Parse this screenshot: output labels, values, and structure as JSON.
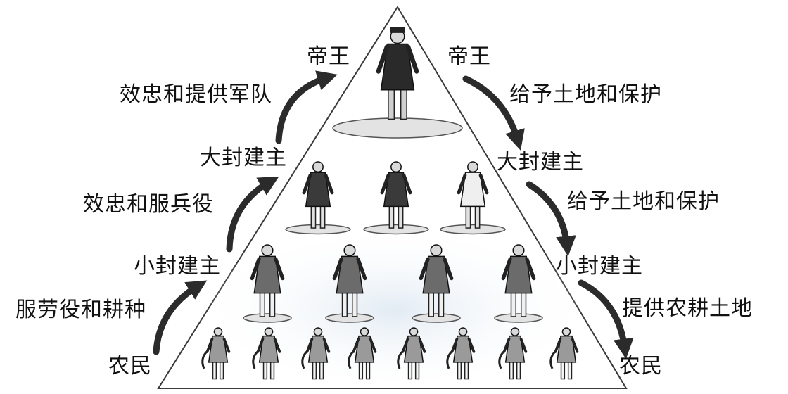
{
  "left": {
    "ranks": {
      "emperor": "帝王",
      "great_lord": "大封建主",
      "lesser_lord": "小封建主",
      "peasant": "农民"
    },
    "duties": {
      "top": "效忠和提供军队",
      "middle": "效忠和服兵役",
      "bottom": "服劳役和耕种"
    }
  },
  "right": {
    "ranks": {
      "emperor": "帝王",
      "great_lord": "大封建主",
      "lesser_lord": "小封建主",
      "peasant": "农民"
    },
    "grants": {
      "top": "给予土地和保护",
      "middle": "给予土地和保护",
      "bottom": "提供农耕土地"
    }
  },
  "figures": {
    "emperor": 1,
    "great_lords": 3,
    "lesser_lords": 4,
    "peasants": 8
  },
  "colors": {
    "ink": "#111111",
    "arrow": "#2b2b2b",
    "outline": "#3a3a3a",
    "base": "#e3e3e3",
    "tint": "#dfe9f2"
  }
}
